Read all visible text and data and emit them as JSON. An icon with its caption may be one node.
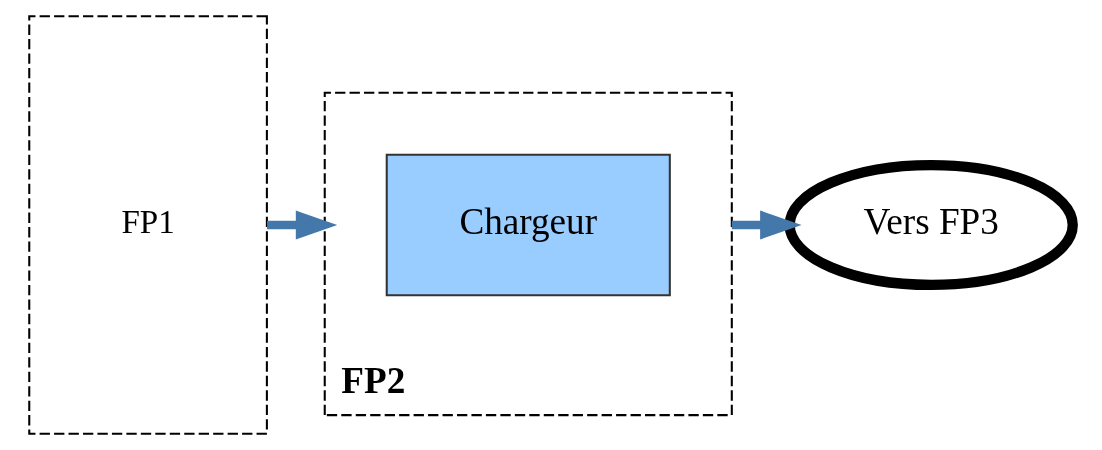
{
  "diagram": {
    "nodes": [
      {
        "text": [
          "FP1"
        ]
      },
      {
        "text": [
          "FP2"
        ]
      },
      {
        "text": [
          "Chargeur"
        ],
        "in": 1
      },
      {
        "text": [
          "Vers FP3"
        ]
      }
    ],
    "edges": [
      {
        "from": 0,
        "to": 1,
        "arrow": "to"
      },
      {
        "from": 1,
        "to": 3,
        "arrow": "to"
      }
    ]
  }
}
